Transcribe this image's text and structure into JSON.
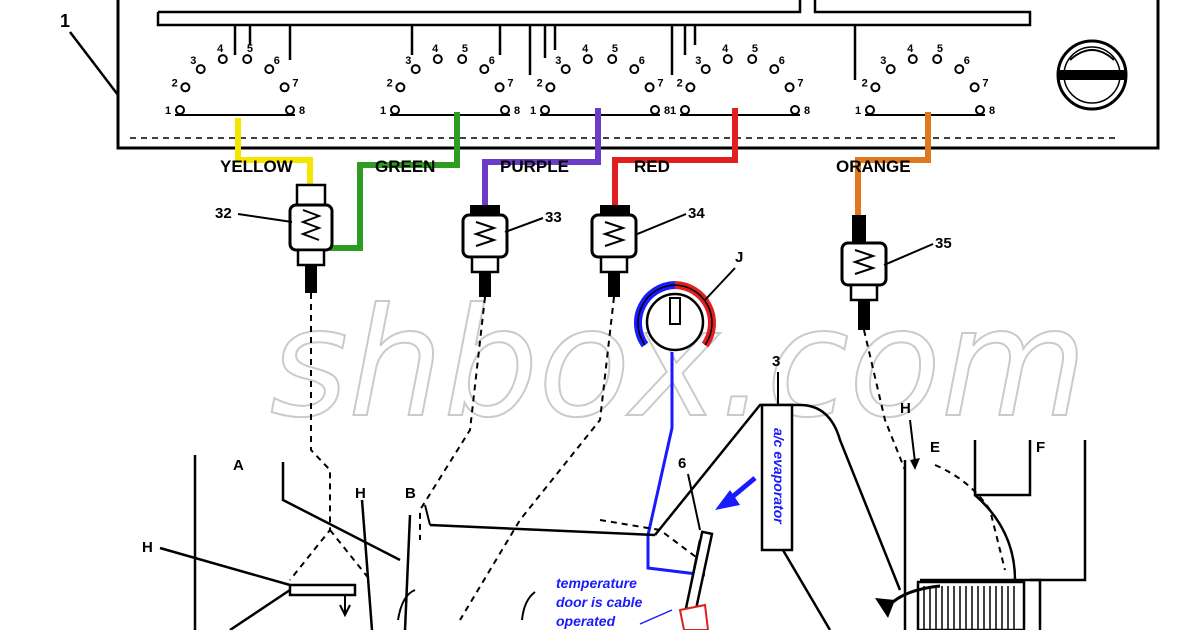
{
  "panel": {
    "callout": "1"
  },
  "wires": [
    {
      "id": "yellow",
      "label": "YELLOW",
      "color": "#f5e600"
    },
    {
      "id": "green",
      "label": "GREEN",
      "color": "#2d9c1f"
    },
    {
      "id": "purple",
      "label": "PURPLE",
      "color": "#6a3cc8"
    },
    {
      "id": "red",
      "label": "RED",
      "color": "#e02020"
    },
    {
      "id": "orange",
      "label": "ORANGE",
      "color": "#e07820"
    }
  ],
  "vacuum_valves": [
    "32",
    "33",
    "34",
    "35"
  ],
  "dial_numbers": [
    "1",
    "2",
    "3",
    "4",
    "5",
    "6",
    "7",
    "8"
  ],
  "callouts": {
    "temp_control": "J",
    "evaporator_housing": "3",
    "temperature_door": "6",
    "door_a": "A",
    "door_b": "B",
    "door_e": "E",
    "door_f": "F",
    "door_h": "H"
  },
  "annotations": {
    "evaporator": "a/c evaporator",
    "note_line1": "temperature",
    "note_line2": "door is cable",
    "note_line3": "operated"
  },
  "watermark": "shbox.com",
  "colors": {
    "blue": "#1a1aff",
    "line": "#000000"
  }
}
